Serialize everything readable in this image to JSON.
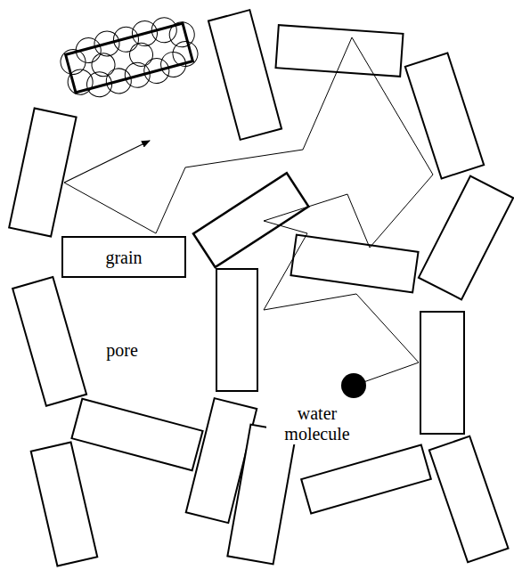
{
  "diagram": {
    "nodes": [
      {
        "text": [
          "grain"
        ]
      }
    ],
    "labels": [
      "pore",
      "water molecule"
    ]
  }
}
